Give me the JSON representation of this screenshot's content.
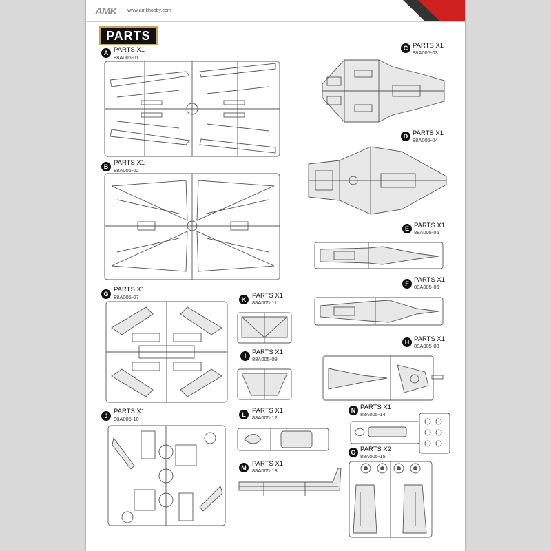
{
  "header": {
    "logo": "AMK",
    "url": "www.amkhobby.com"
  },
  "section_title": "PARTS",
  "colors": {
    "banner_bg": "#111111",
    "banner_border": "#c9a35e",
    "corner_red": "#d01f1f",
    "corner_dark": "#333333"
  },
  "sprues": [
    {
      "letter": "A",
      "title": "PARTS X1",
      "code": "88A005-01"
    },
    {
      "letter": "B",
      "title": "PARTS X1",
      "code": "88A005-02"
    },
    {
      "letter": "C",
      "title": "PARTS X1",
      "code": "88A005-03"
    },
    {
      "letter": "D",
      "title": "PARTS X1",
      "code": "88A005-04"
    },
    {
      "letter": "E",
      "title": "PARTS X1",
      "code": "88A005-05"
    },
    {
      "letter": "F",
      "title": "PARTS X1",
      "code": "88A005-06"
    },
    {
      "letter": "G",
      "title": "PARTS X1",
      "code": "88A005-07"
    },
    {
      "letter": "H",
      "title": "PARTS X1",
      "code": "88A005-08"
    },
    {
      "letter": "I",
      "title": "PARTS X1",
      "code": "88A005-09"
    },
    {
      "letter": "J",
      "title": "PARTS X1",
      "code": "88A005-10"
    },
    {
      "letter": "K",
      "title": "PARTS X1",
      "code": "88A005-11"
    },
    {
      "letter": "L",
      "title": "PARTS X1",
      "code": "88A005-12"
    },
    {
      "letter": "M",
      "title": "PARTS X1",
      "code": "88A005-13"
    },
    {
      "letter": "N",
      "title": "PARTS X1",
      "code": "88A005-14"
    },
    {
      "letter": "O",
      "title": "PARTS X2",
      "code": "88A005-15"
    }
  ]
}
